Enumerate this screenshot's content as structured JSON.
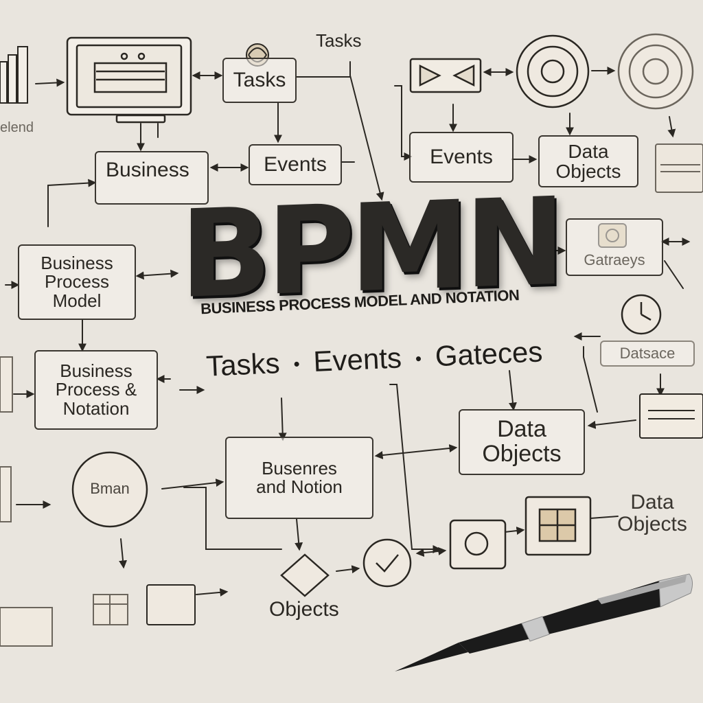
{
  "diagram": {
    "title": "BPMN",
    "subtitle": "BUSINESS PROCESS MODEL AND NOTATION",
    "keywords": [
      "Tasks",
      "Events",
      "Gateces"
    ]
  },
  "nodes": {
    "tasks_label_top": "Tasks",
    "tasks_box": "Tasks",
    "events_box_top": "Events",
    "events_box_right": "Events",
    "business_box": "Business",
    "data_objects_top": "Data Objects",
    "gateways_box": "Gatraeys",
    "datatrace_box": "Datsace",
    "bpm_model_box": "Business Process Model",
    "bpm_notation_box": "Business Process & Notation",
    "circle_label": "Bman",
    "blurred_box": "Busenres and Notion",
    "data_objects_center": "Data Objects",
    "data_objects_right": "Data Objects",
    "objects_label": "Objects",
    "legend_fragment": "elend"
  },
  "colors": {
    "paper": "#e9e5de",
    "ink": "#2a2722",
    "pen_body": "#1a1a1a",
    "pen_metal": "#c9c9c9"
  }
}
